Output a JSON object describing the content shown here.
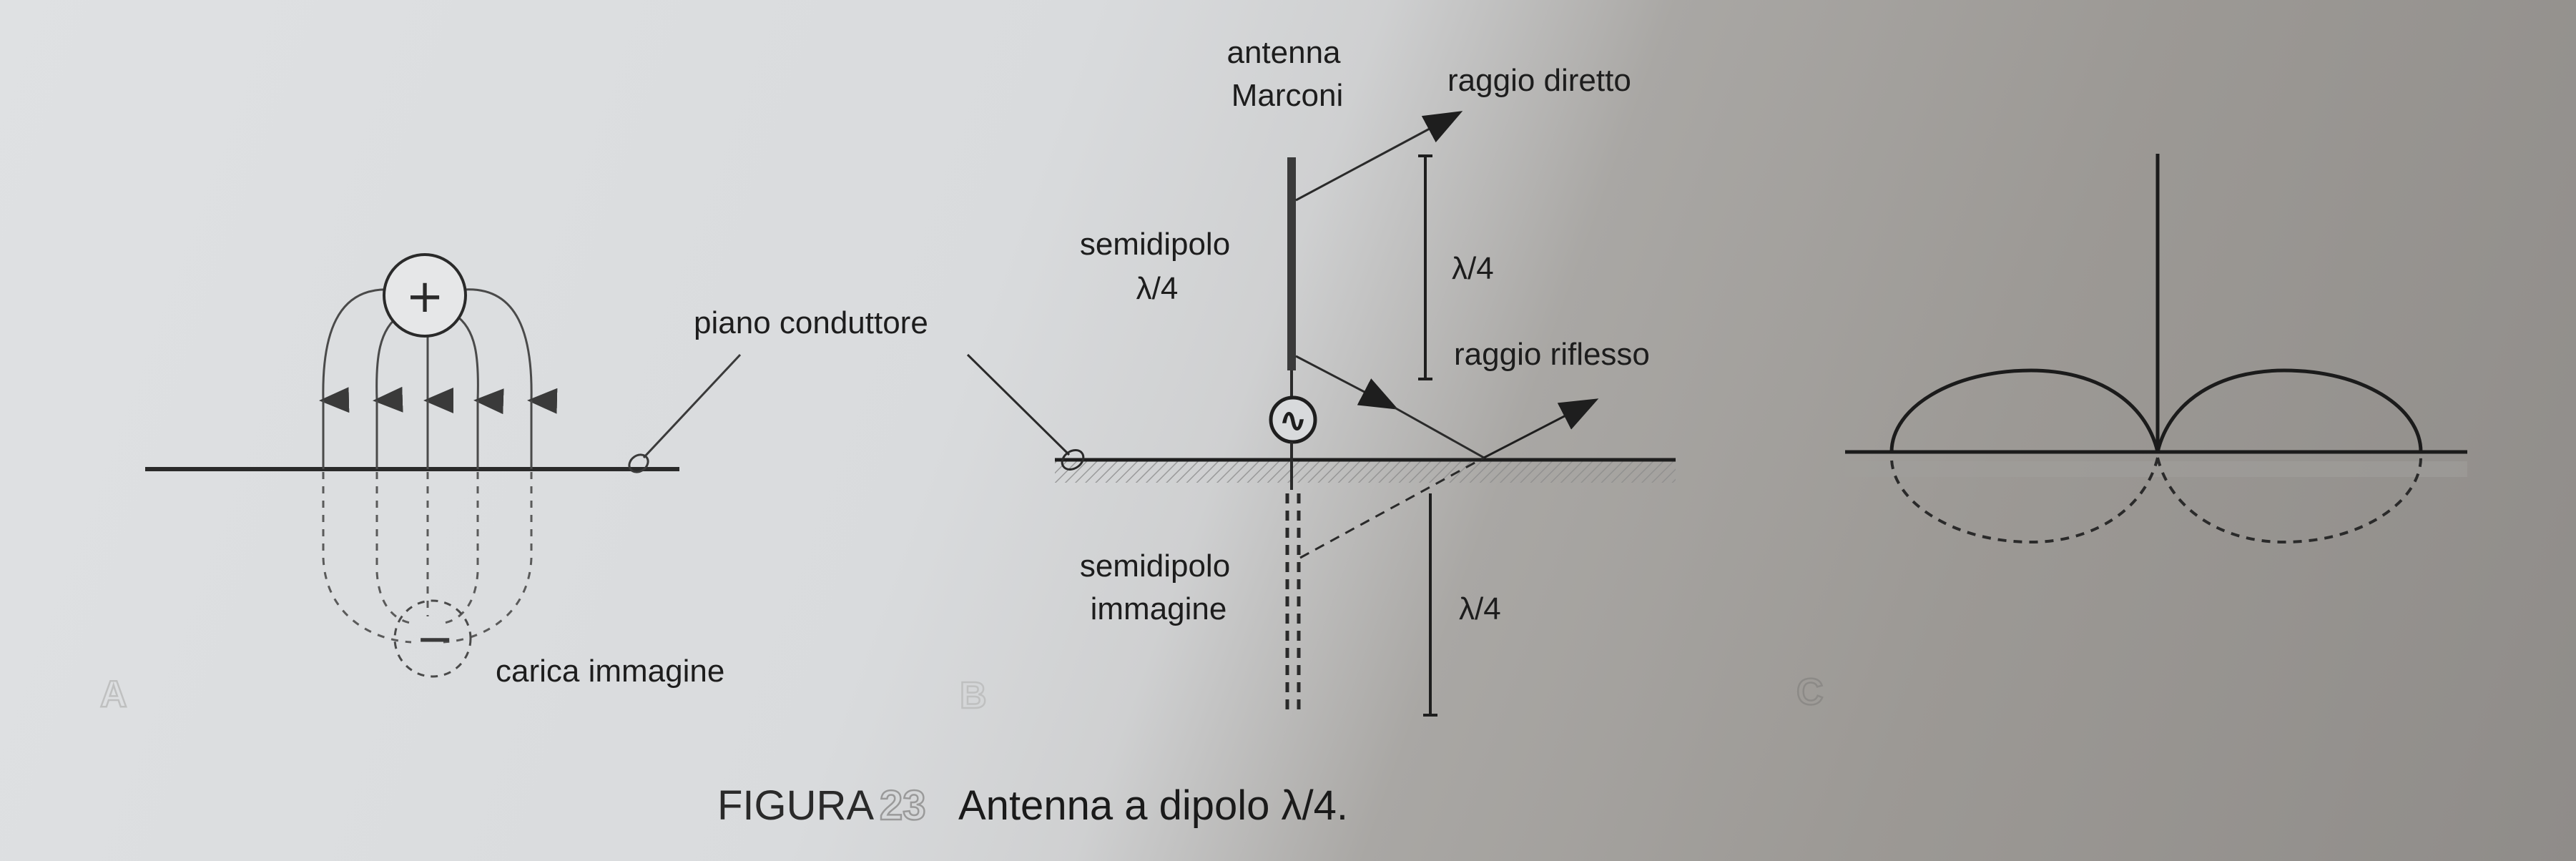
{
  "figure": {
    "caption_prefix": "FIGURA",
    "caption_number": "23",
    "caption_text": "Antenna a dipolo λ/4."
  },
  "panel_a": {
    "letter": "A",
    "plus_symbol": "+",
    "minus_symbol": "−",
    "label_plane": "piano conduttore",
    "label_image_charge": "carica immagine"
  },
  "panel_b": {
    "letter": "B",
    "label_antenna_line1": "antenna",
    "label_antenna_line2": "Marconi",
    "label_direct_ray": "raggio diretto",
    "label_semidipole_line1": "semidipolo",
    "label_semidipole_line2": "λ/4",
    "label_quarter_upper": "λ/4",
    "label_reflected_ray": "raggio riflesso",
    "label_image_line1": "semidipolo",
    "label_image_line2": "immagine",
    "label_quarter_lower": "λ/4",
    "source_symbol": "∿"
  },
  "panel_c": {
    "letter": "C"
  }
}
